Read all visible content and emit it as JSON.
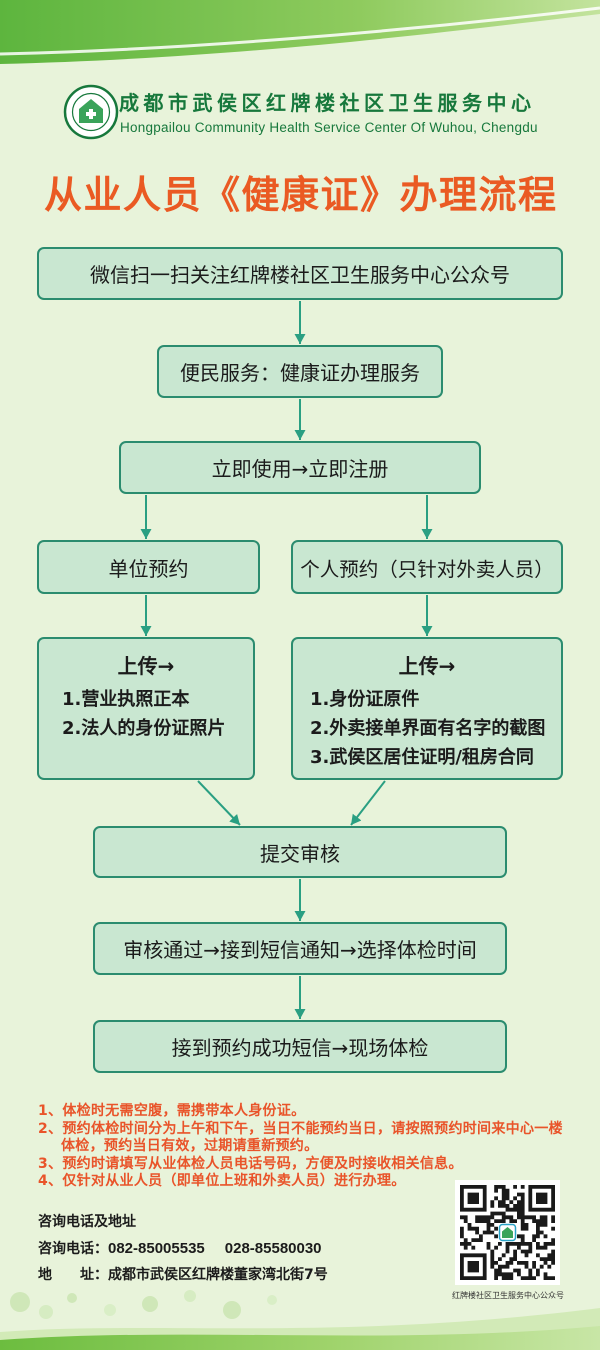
{
  "header": {
    "title_cn": "成都市武侯区红牌楼社区卫生服务中心",
    "title_en": "Hongpailou Community Health Service Center Of Wuhou, Chengdu",
    "logo_icon": "hospital-logo-icon"
  },
  "main_title": "从业人员《健康证》办理流程",
  "flow": {
    "step_follow": "微信扫一扫关注红牌楼社区卫生服务中心公众号",
    "step_service": "便民服务：健康证办理服务",
    "step_register": "立即使用→立即注册",
    "branches": [
      {
        "title": "单位预约",
        "upload_heading": "上传→",
        "items": [
          "1.营业执照正本",
          "2.法人的身份证照片"
        ]
      },
      {
        "title": "个人预约（只针对外卖人员）",
        "upload_heading": "上传→",
        "items": [
          "1.身份证原件",
          "2.外卖接单界面有名字的截图",
          "3.武侯区居住证明/租房合同"
        ]
      }
    ],
    "step_submit": "提交审核",
    "step_approved": "审核通过→接到短信通知→选择体检时间",
    "step_exam": "接到预约成功短信→现场体检"
  },
  "notes": [
    {
      "text": "1、体检时无需空腹，需携带本人身份证。"
    },
    {
      "text": "2、预约体检时间分为上午和下午，当日不能预约当日，请按照预约时间来中心一楼",
      "continuation": "体检，预约当日有效，过期请重新预约。"
    },
    {
      "text": "3、预约时请填写从业体检人员电话号码，方便及时接收相关信息。"
    },
    {
      "text": "4、仅针对从业人员（即单位上班和外卖人员）进行办理。"
    }
  ],
  "contact": {
    "heading": "咨询电话及地址",
    "phone_label": "咨询电话：",
    "phones": [
      "082-85005535",
      "028-85580030"
    ],
    "address_label": "地　　址：",
    "address": "成都市武侯区红牌楼董家湾北街7号"
  },
  "qr": {
    "caption": "红牌楼社区卫生服务中心公众号",
    "icon": "qr-code-icon"
  },
  "colors": {
    "background": "#e8f3da",
    "banner_green": "#5db53e",
    "box_fill": "#c9e7d1",
    "box_border": "#2b8c6f",
    "arrow": "#2a9f82",
    "title": "#ea5a23",
    "header_green": "#17783c",
    "notes": "#e9542a",
    "text": "#1b1b1b"
  }
}
